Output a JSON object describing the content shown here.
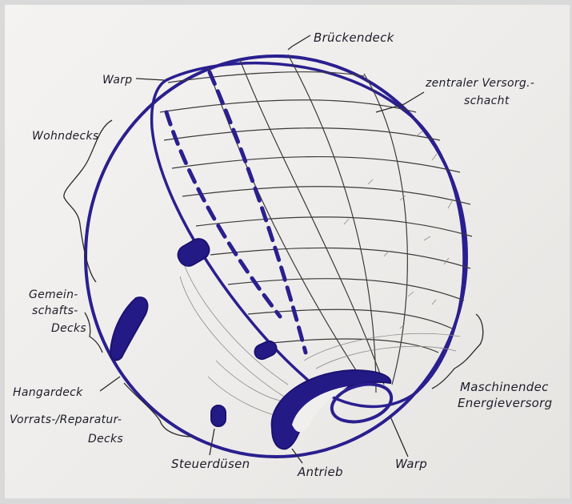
{
  "labels": {
    "brueckendeck": "Brückendeck",
    "warp_top": "Warp",
    "zentral_1": "zentraler Versorg.-",
    "zentral_2": "schacht",
    "wohndecks": "Wohndecks",
    "gemein_1": "Gemein-",
    "gemein_2": "schafts-",
    "gemein_3": "Decks",
    "hangardeck": "Hangardeck",
    "vorrats_1": "Vorrats-/Reparatur-",
    "vorrats_2": "Decks",
    "steuerduesen": "Steuerdüsen",
    "antrieb": "Antrieb",
    "warp_bottom": "Warp",
    "maschinen_1": "Maschinendec",
    "maschinen_2": "Energieversorg"
  },
  "colors": {
    "ink_blue": "#2a1f8f",
    "ink_black": "#2a2a2a",
    "paper": "#f1efed"
  }
}
